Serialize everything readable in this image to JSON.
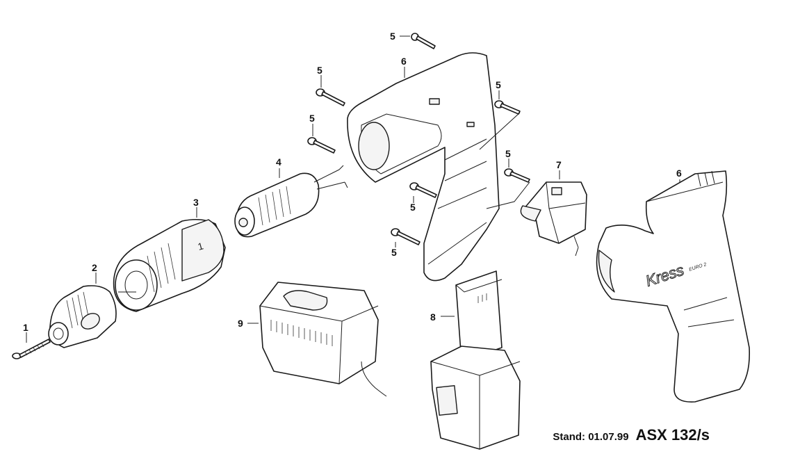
{
  "callouts": [
    {
      "id": "p1",
      "label": "1"
    },
    {
      "id": "p2",
      "label": "2"
    },
    {
      "id": "p3",
      "label": "3"
    },
    {
      "id": "p4",
      "label": "4"
    },
    {
      "id": "p5a",
      "label": "5"
    },
    {
      "id": "p5b",
      "label": "5"
    },
    {
      "id": "p5c",
      "label": "5"
    },
    {
      "id": "p5d",
      "label": "5"
    },
    {
      "id": "p5e",
      "label": "5"
    },
    {
      "id": "p5f",
      "label": "5"
    },
    {
      "id": "p5g",
      "label": "5"
    },
    {
      "id": "p6a",
      "label": "6"
    },
    {
      "id": "p6b",
      "label": "6"
    },
    {
      "id": "p7",
      "label": "7"
    },
    {
      "id": "p8",
      "label": "8"
    },
    {
      "id": "p9",
      "label": "9"
    }
  ],
  "brand_text": "Kress",
  "brand_sub": "EURO 2",
  "footer": {
    "stand": "Stand: 01.07.99",
    "model": "ASX 132/s"
  }
}
